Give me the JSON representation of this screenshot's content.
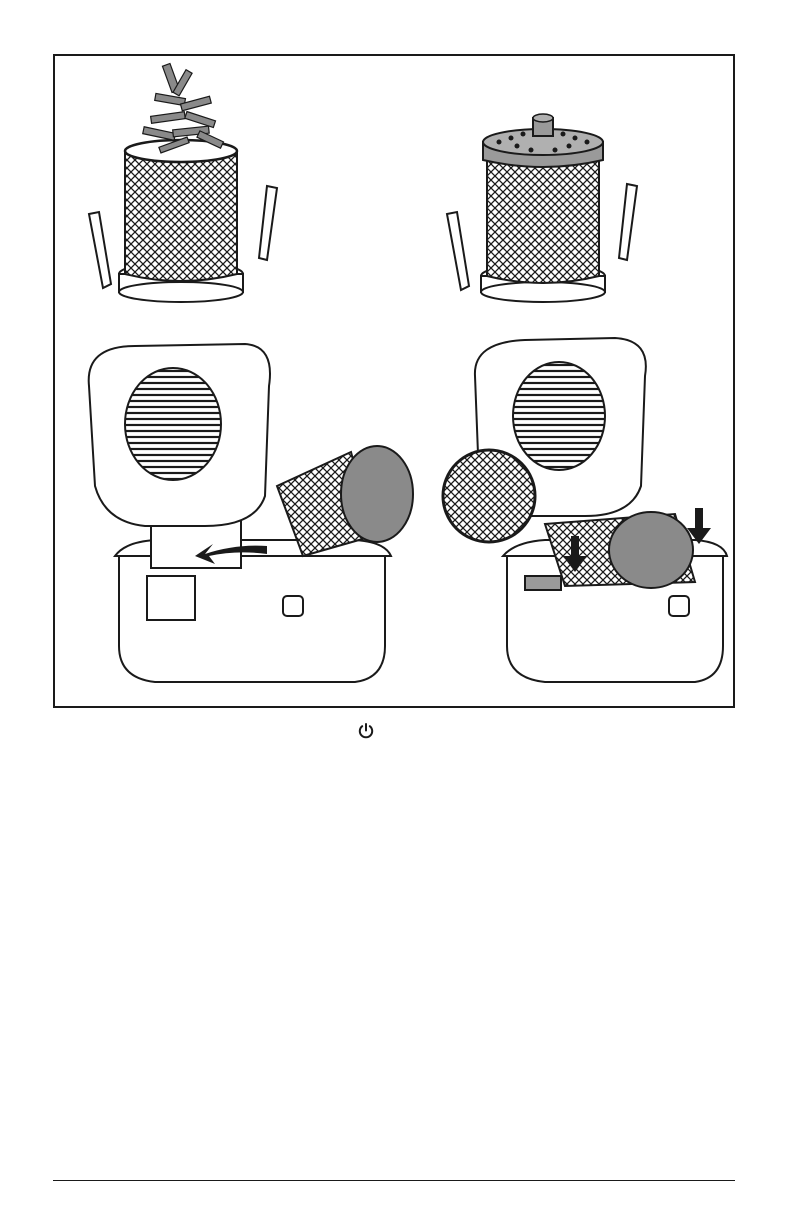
{
  "document": {
    "figure": {
      "panels": [
        {
          "id": "A",
          "depicts": "fries-into-basket-icon"
        },
        {
          "id": "B",
          "depicts": "basket-with-lid-icon"
        },
        {
          "id": "C",
          "depicts": "insert-basket-icon"
        },
        {
          "id": "D",
          "depicts": "lock-basket-icon"
        }
      ]
    },
    "icons": {
      "power": "power-icon"
    }
  }
}
